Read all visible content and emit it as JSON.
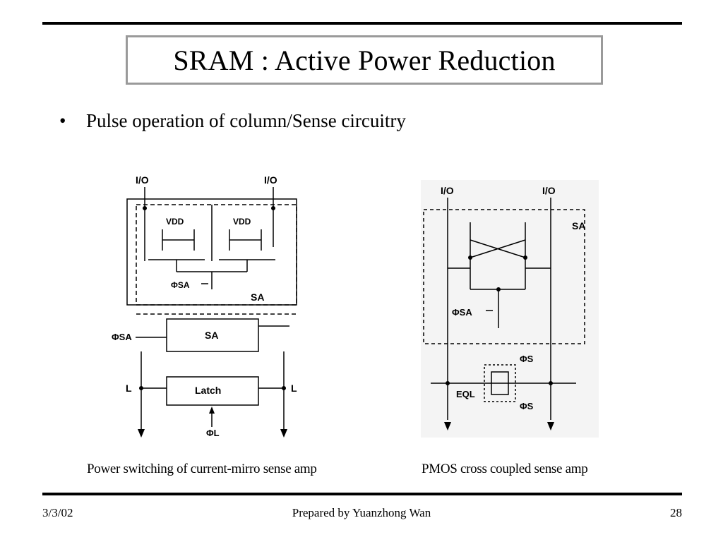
{
  "slide": {
    "title": "SRAM : Active Power Reduction",
    "bullet": "Pulse operation of column/Sense circuitry"
  },
  "left_figure": {
    "io": "I/O",
    "io_bar": "I/O",
    "vdd": "VDD",
    "phi_sa": "ΦSA",
    "sa_label": "SA",
    "sa_block": "SA",
    "phi_sa_in": "ΦSA",
    "l": "L",
    "l_bar": "L",
    "latch": "Latch",
    "phi_l": "ΦL",
    "caption": "Power switching of current-mirro sense amp"
  },
  "right_figure": {
    "io": "I/O",
    "io_bar": "I/O",
    "sa_label": "SA",
    "phi_sa": "ΦSA",
    "phi_s_bar": "ΦS",
    "phi_s": "ΦS",
    "eql": "EQL",
    "caption": "PMOS cross coupled sense amp"
  },
  "footer": {
    "date": "3/3/02",
    "author": "Prepared by Yuanzhong Wan",
    "page": "28"
  }
}
